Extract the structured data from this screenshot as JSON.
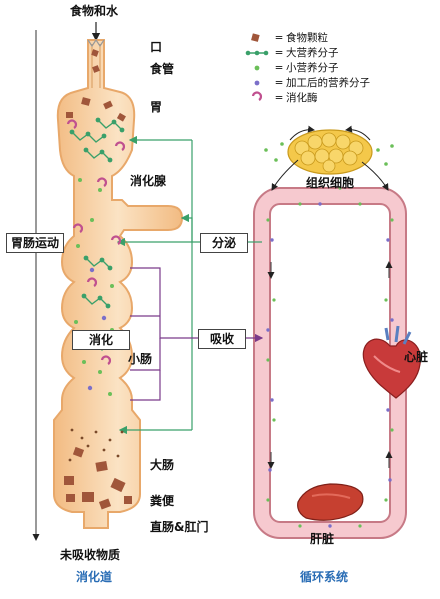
{
  "labels": {
    "food_water": "食物和水",
    "mouth": "口",
    "esophagus": "食管",
    "stomach": "胃",
    "digestive_gland": "消化腺",
    "peristalsis": "胃肠运动",
    "digestion": "消化",
    "small_intestine": "小肠",
    "large_intestine": "大肠",
    "feces": "粪便",
    "rectum_anus": "直肠&肛门",
    "unabsorbed": "未吸收物质",
    "digestive_tract": "消化道",
    "secretion": "分泌",
    "absorption": "吸收",
    "tissue_cells": "组织细胞",
    "heart": "心脏",
    "liver": "肝脏",
    "circulatory_system": "循环系统"
  },
  "legend": [
    {
      "icon": "food-particle-icon",
      "eq": "=",
      "text": "食物颗粒"
    },
    {
      "icon": "large-nutrient-icon",
      "eq": "=",
      "text": "大营养分子"
    },
    {
      "icon": "small-nutrient-icon",
      "eq": "=",
      "text": "小营养分子"
    },
    {
      "icon": "processed-nutrient-icon",
      "eq": "=",
      "text": "加工后的营养分子"
    },
    {
      "icon": "digestive-enzyme-icon",
      "eq": "=",
      "text": "消化酶"
    }
  ],
  "colors": {
    "tract_fill": "#f7d3a6",
    "tract_edge": "#e8a86a",
    "vessel_fill": "#f6c9cf",
    "vessel_edge": "#c77a86",
    "food_particle": "#a0563a",
    "small_nutrient": "#6bbf59",
    "processed_nutrient": "#7b6fc9",
    "enzyme": "#c0508f",
    "arrow_green": "#3aa06a",
    "arrow_purple": "#7a3a8a",
    "blue_text": "#2a6db5"
  }
}
